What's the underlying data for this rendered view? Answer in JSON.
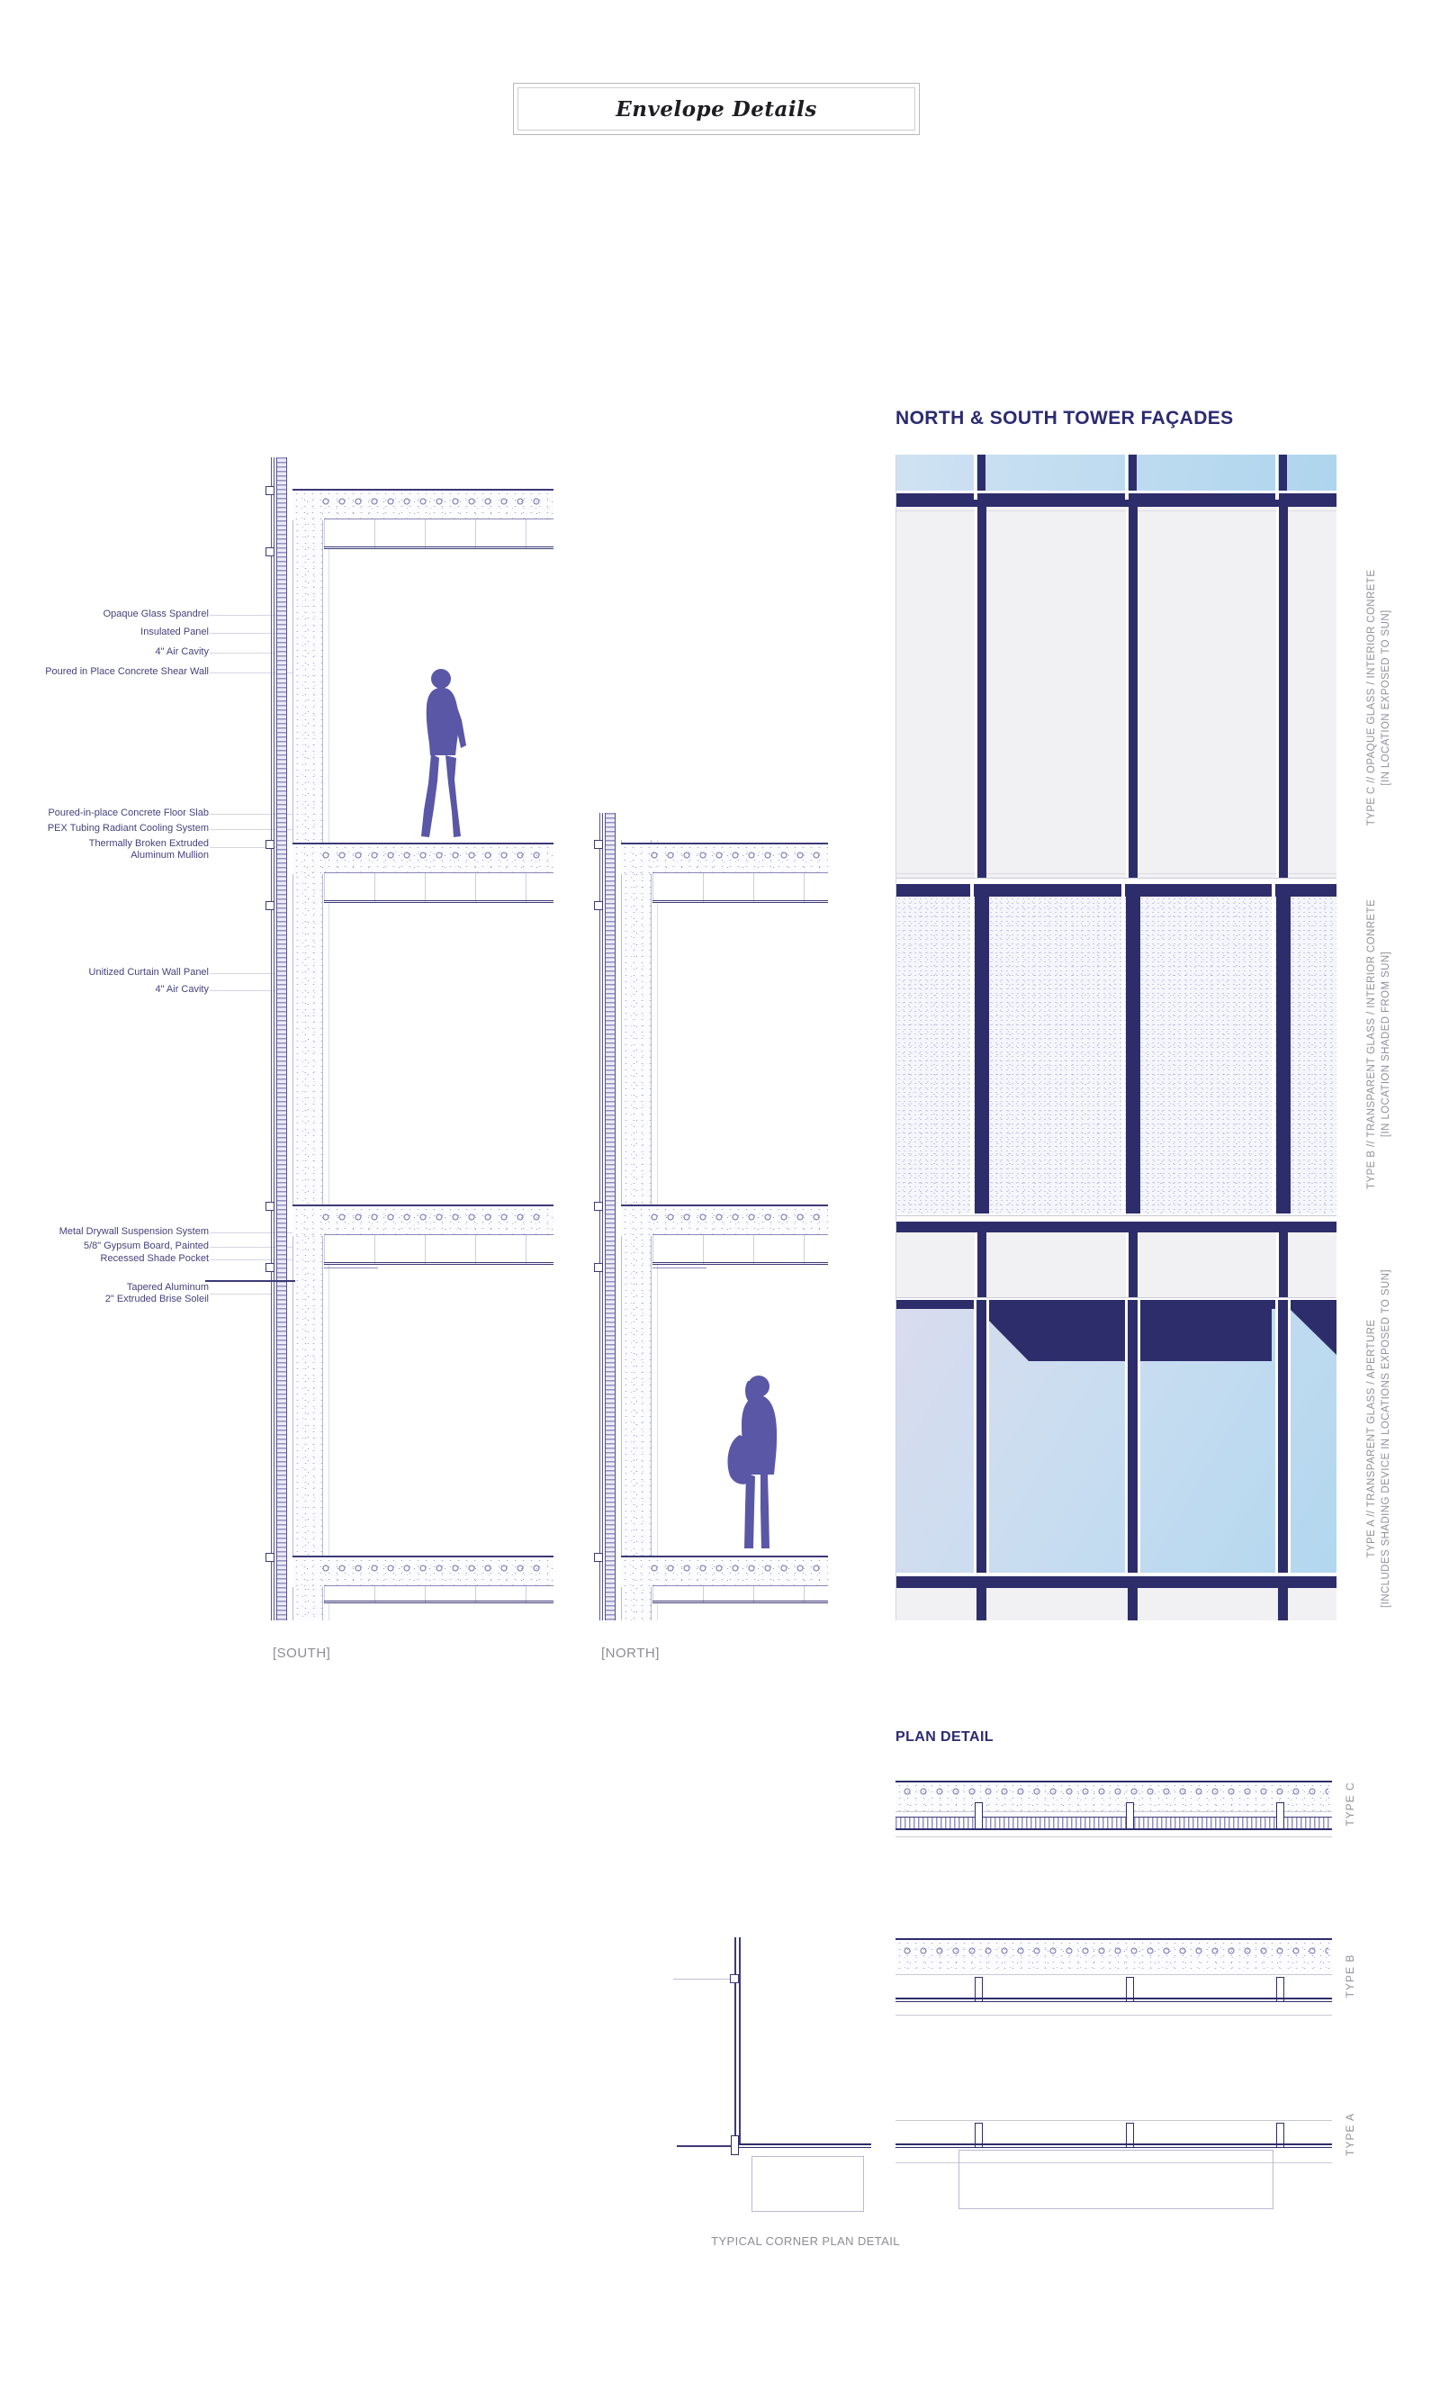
{
  "title": "Envelope Details",
  "headings": {
    "facades": "NORTH & SOUTH TOWER FAÇADES",
    "plan": "PLAN DETAIL",
    "corner": "TYPICAL CORNER PLAN DETAIL"
  },
  "section_labels": {
    "south": "[SOUTH]",
    "north": "[NORTH]"
  },
  "annotations": {
    "opaque_glass_spandrel": "Opaque Glass Spandrel",
    "insulated_panel": "Insulated Panel",
    "air_cavity_1": "4\" Air Cavity",
    "concrete_shear_wall": "Poured in Place Concrete Shear Wall",
    "concrete_floor_slab": "Poured-in-place Concrete Floor Slab",
    "pex_tubing": "PEX Tubing Radiant Cooling System",
    "thermally_broken_1": "Thermally Broken Extruded",
    "thermally_broken_2": "Aluminum Mullion",
    "unitized_panel": "Unitized Curtain Wall Panel",
    "air_cavity_2": "4\" Air Cavity",
    "drywall_suspension": "Metal Drywall Suspension System",
    "gypsum_board": "5/8\" Gypsum Board, Painted",
    "shade_pocket": "Recessed Shade Pocket",
    "brise_soleil_1": "Tapered Aluminum",
    "brise_soleil_2": "2\" Extruded Brise Soleil"
  },
  "facade_types": {
    "type_c": {
      "line1": "TYPE C // OPAQUE GLASS / INTERIOR CONRETE",
      "line2": "[IN LOCATION EXPOSED TO SUN]"
    },
    "type_b": {
      "line1": "TYPE B // TRANSPARENT GLASS / INTERIOR CONRETE",
      "line2": "[IN LOCATION SHADED FROM SUN]"
    },
    "type_a": {
      "line1": "TYPE A // TRANSPARENT GLASS / APERTURE",
      "line2": "[INCLUDES SHADING DEVICE IN LOCATIONS EXPOSED TO SUN]"
    }
  },
  "plan_types": {
    "c": "TYPE C",
    "b": "TYPE B",
    "a": "TYPE A"
  },
  "colors": {
    "navy": "#2e2d6b",
    "figure_purple": "#5a57a6",
    "label_gray": "#8d8d93",
    "annotation_navy": "#45427b",
    "heading_navy": "#2b2a72",
    "glass_blue": "#b4d8ef",
    "glass_lavender": "#d9dcee"
  }
}
